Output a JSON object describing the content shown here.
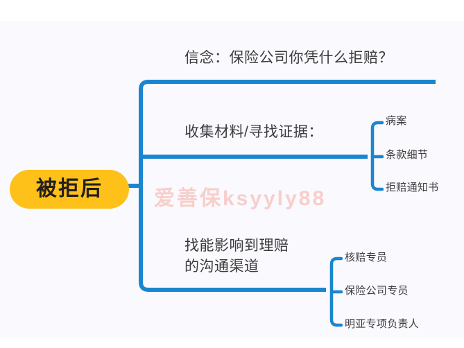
{
  "canvas": {
    "background_color": "#faf9fd",
    "page_background_color": "#ffffff"
  },
  "theme": {
    "branch_color": "#1a85d0",
    "root_fill_color": "#fdc11a",
    "root_text_color": "#231f20",
    "label_text_color": "#3b3b3d",
    "watermark_color": "#f6cfcb"
  },
  "root": {
    "label": "被拒后"
  },
  "branches": [
    {
      "label": "信念：保险公司你凭什么拒赔？",
      "leaves": []
    },
    {
      "label": "收集材料/寻找证据：",
      "leaves": [
        {
          "label": "病案"
        },
        {
          "label": "条款细节"
        },
        {
          "label": "拒赔通知书"
        }
      ]
    },
    {
      "label": "找能影响到理赔\n的沟通渠道",
      "leaves": [
        {
          "label": "核赔专员"
        },
        {
          "label": "保险公司专员"
        },
        {
          "label": "明亚专项负责人"
        }
      ]
    }
  ],
  "watermark": {
    "text": "爱善保ksyyly88"
  }
}
